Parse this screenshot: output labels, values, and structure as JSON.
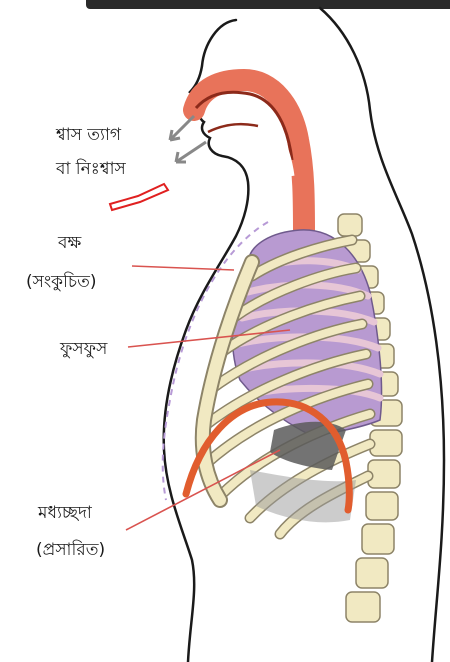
{
  "labels": {
    "exhale_line1": "শ্বাস ত্যাগ",
    "exhale_line2": "বা নিঃশ্বাস",
    "chest_line1": "বক্ষ",
    "chest_line2": "(সংকুচিত)",
    "lungs": "ফুসফুস",
    "diaphragm_line1": "মধ্যচ্ছদা",
    "diaphragm_line2": "(প্রসারিত)"
  },
  "colors": {
    "body_outline": "#1a1a1a",
    "airway": "#e8735a",
    "lung_fill": "#b89ad1",
    "lung_stripe": "#e7c6d6",
    "bone": "#f1e9c2",
    "bone_stroke": "#8d8468",
    "diaphragm": "#e15d2e",
    "pointer_line": "#d9534f",
    "air_arrow": "#888888",
    "chest_dash": "#b79ad6",
    "annotation_mark": "#e02020"
  }
}
